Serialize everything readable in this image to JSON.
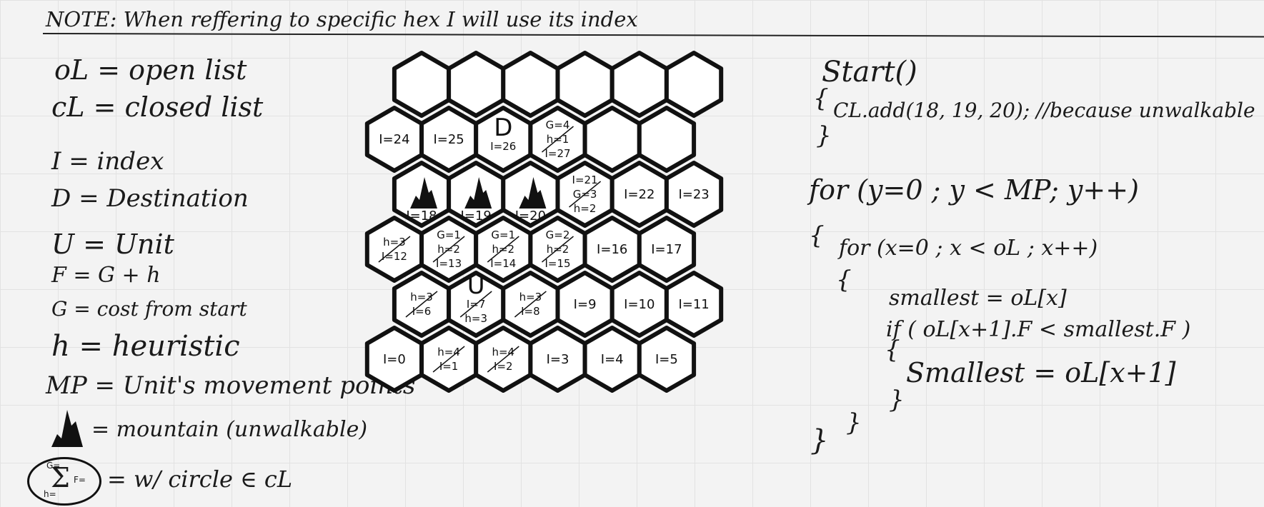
{
  "note": "NOTE: When reffering to specific hex I will use its index",
  "legend": {
    "ol": "oL = open list",
    "cl": "cL = closed list",
    "i": "I = index",
    "d": "D = Destination",
    "u": "U = Unit",
    "f": "F = G + h",
    "g": "G = cost from start",
    "h": "h = heuristic",
    "mp": "MP = Unit's movement points",
    "mountain": "= mountain (unwalkable)",
    "circle": "= w/ circle ∈ cL",
    "circle_g": "G=",
    "circle_f": "F=",
    "circle_h": "h=",
    "circle_sigma": "Σ"
  },
  "code": {
    "start": "Start()",
    "brace_open1": "{",
    "cl_add": "CL.add(18, 19, 20); //because unwalkable",
    "brace_close1": "}",
    "for_y": "for (y=0 ; y < MP; y++)",
    "brace_open2": "{",
    "for_x": "for (x=0 ; x < oL ; x++)",
    "brace_open3": "{",
    "smallest_assign": "smallest = oL[x]",
    "if_line": "if ( oL[x+1].F < smallest.F )",
    "brace_open4": "{",
    "smallest_update": "Smallest = oL[x+1]",
    "brace_close4": "}",
    "brace_close3": "}",
    "brace_close2": "}"
  },
  "hexes": [
    {
      "row": 0,
      "col": 0,
      "labels": []
    },
    {
      "row": 0,
      "col": 1,
      "labels": []
    },
    {
      "row": 0,
      "col": 2,
      "labels": []
    },
    {
      "row": 0,
      "col": 3,
      "labels": []
    },
    {
      "row": 0,
      "col": 4,
      "labels": []
    },
    {
      "row": 0,
      "col": 5,
      "labels": []
    },
    {
      "row": 1,
      "col": 0,
      "labels": [
        "I=24"
      ]
    },
    {
      "row": 1,
      "col": 1,
      "labels": [
        "I=25"
      ]
    },
    {
      "row": 1,
      "col": 2,
      "labels": [
        "D",
        "I=26"
      ]
    },
    {
      "row": 1,
      "col": 3,
      "labels": [
        "G=4",
        "h=1",
        "I=27"
      ]
    },
    {
      "row": 1,
      "col": 4,
      "labels": []
    },
    {
      "row": 1,
      "col": 5,
      "labels": []
    },
    {
      "row": 2,
      "col": 0,
      "labels": [
        "I=18"
      ],
      "mountain": true
    },
    {
      "row": 2,
      "col": 1,
      "labels": [
        "I=19"
      ],
      "mountain": true
    },
    {
      "row": 2,
      "col": 2,
      "labels": [
        "I=20"
      ],
      "mountain": true
    },
    {
      "row": 2,
      "col": 3,
      "labels": [
        "I=21",
        "G=3",
        "h=2"
      ]
    },
    {
      "row": 2,
      "col": 4,
      "labels": [
        "I=22"
      ]
    },
    {
      "row": 2,
      "col": 5,
      "labels": [
        "I=23"
      ]
    },
    {
      "row": 3,
      "col": 0,
      "labels": [
        "h=3",
        "I=12"
      ]
    },
    {
      "row": 3,
      "col": 1,
      "labels": [
        "G=1",
        "h=2",
        "I=13"
      ]
    },
    {
      "row": 3,
      "col": 2,
      "labels": [
        "G=1",
        "h=2",
        "I=14"
      ]
    },
    {
      "row": 3,
      "col": 3,
      "labels": [
        "G=2",
        "h=2",
        "I=15"
      ]
    },
    {
      "row": 3,
      "col": 4,
      "labels": [
        "I=16"
      ]
    },
    {
      "row": 3,
      "col": 5,
      "labels": [
        "I=17"
      ]
    },
    {
      "row": 4,
      "col": 0,
      "labels": [
        "h=3",
        "I=6"
      ]
    },
    {
      "row": 4,
      "col": 1,
      "labels": [
        "U",
        "I=7",
        "h=3"
      ]
    },
    {
      "row": 4,
      "col": 2,
      "labels": [
        "h=3",
        "I=8"
      ]
    },
    {
      "row": 4,
      "col": 3,
      "labels": [
        "I=9"
      ]
    },
    {
      "row": 4,
      "col": 4,
      "labels": [
        "I=10"
      ]
    },
    {
      "row": 4,
      "col": 5,
      "labels": [
        "I=11"
      ]
    },
    {
      "row": 5,
      "col": 0,
      "labels": [
        "I=0"
      ]
    },
    {
      "row": 5,
      "col": 1,
      "labels": [
        "h=4",
        "I=1"
      ]
    },
    {
      "row": 5,
      "col": 2,
      "labels": [
        "h=4",
        "I=2"
      ]
    },
    {
      "row": 5,
      "col": 3,
      "labels": [
        "I=3"
      ]
    },
    {
      "row": 5,
      "col": 4,
      "labels": [
        "I=4"
      ]
    },
    {
      "row": 5,
      "col": 5,
      "labels": [
        "I=5"
      ]
    }
  ]
}
